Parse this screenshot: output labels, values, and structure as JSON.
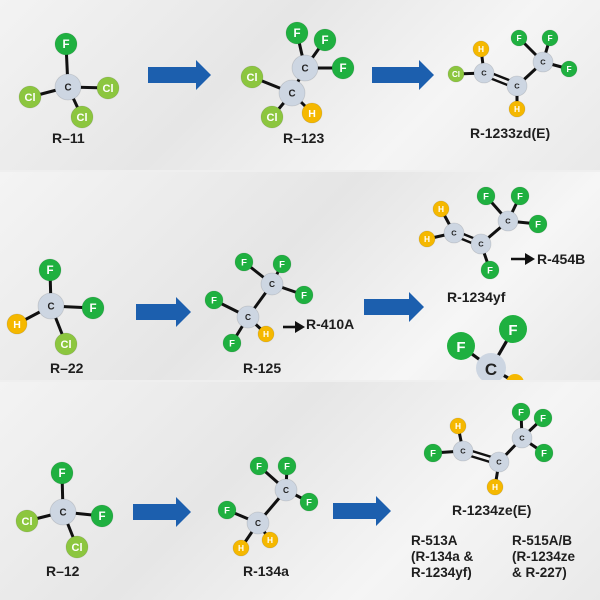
{
  "colors": {
    "fluorine": "#1fb040",
    "chlorine": "#8cc63f",
    "hydrogen": "#f5b800",
    "carbon": "#cdd6e2",
    "arrow_blue": "#1c5fae",
    "bond": "#111111",
    "text": "#1e1e1e",
    "background": "#efefef"
  },
  "rows": [
    {
      "molecules": [
        {
          "name": "R–11"
        },
        {
          "name": "R–123"
        },
        {
          "name": "R-1233zd(E)"
        }
      ]
    },
    {
      "molecules": [
        {
          "name": "R–22"
        },
        {
          "name": "R-125"
        },
        {
          "name": "R-1234yf"
        }
      ],
      "blend_labels": [
        "R-410A",
        "R-454B"
      ]
    },
    {
      "molecules": [
        {
          "name": "R–12"
        },
        {
          "name": "R-134a"
        },
        {
          "name": "R-1234ze(E)"
        }
      ],
      "blend_notes": [
        "R-513A\n(R-134a &\nR-1234yf)",
        "R-515A/B\n(R-1234ze\n& R-227)"
      ]
    }
  ],
  "atom_symbols": {
    "F": "F",
    "Cl": "Cl",
    "H": "H",
    "C": "C"
  }
}
